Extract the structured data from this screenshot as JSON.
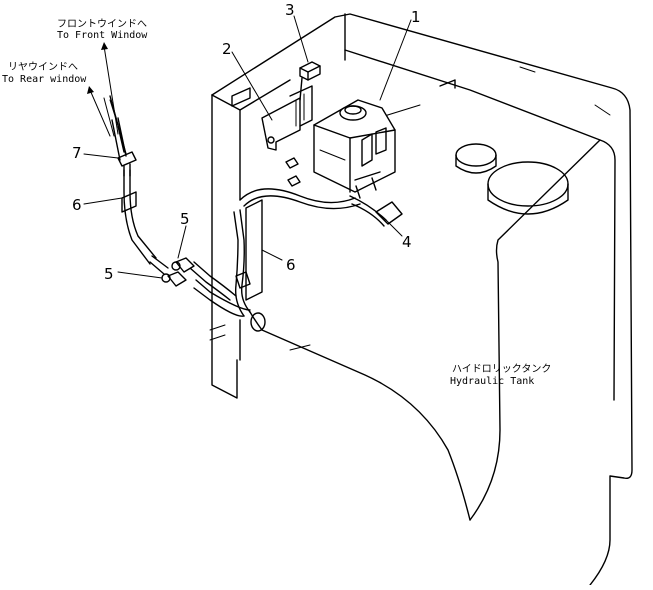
{
  "labels": {
    "front_window_jp": "フロントウインドへ",
    "front_window_en": "To Front Window",
    "rear_window_jp": "リヤウインドへ",
    "rear_window_en": "To Rear window",
    "hydraulic_tank_jp": "ハイドロリックタンク",
    "hydraulic_tank_en": "Hydraulic Tank"
  },
  "callouts": {
    "c1": "1",
    "c2": "2",
    "c3": "3",
    "c4": "4",
    "c5a": "5",
    "c5b": "5",
    "c6a": "6",
    "c6b": "6",
    "c7": "7"
  }
}
